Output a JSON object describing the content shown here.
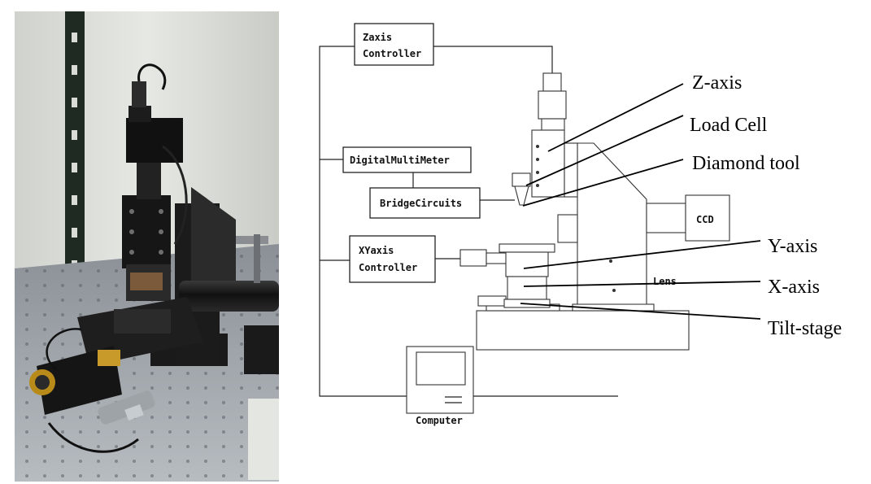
{
  "diagram": {
    "blocks": {
      "zaxis_controller": [
        "Zaxis",
        "Controller"
      ],
      "digital_multimeter": "DigitalMultiMeter",
      "bridge_circuits": "BridgeCircuits",
      "xyaxis_controller": [
        "XYaxis",
        "Controller"
      ],
      "computer": "Computer",
      "ccd": "CCD",
      "lens": "Lens"
    },
    "callouts": {
      "z_axis": "Z-axis",
      "load_cell": "Load Cell",
      "diamond_tool": "Diamond tool",
      "y_axis": "Y-axis",
      "x_axis": "X-axis",
      "tilt_stage": "Tilt-stage"
    }
  }
}
